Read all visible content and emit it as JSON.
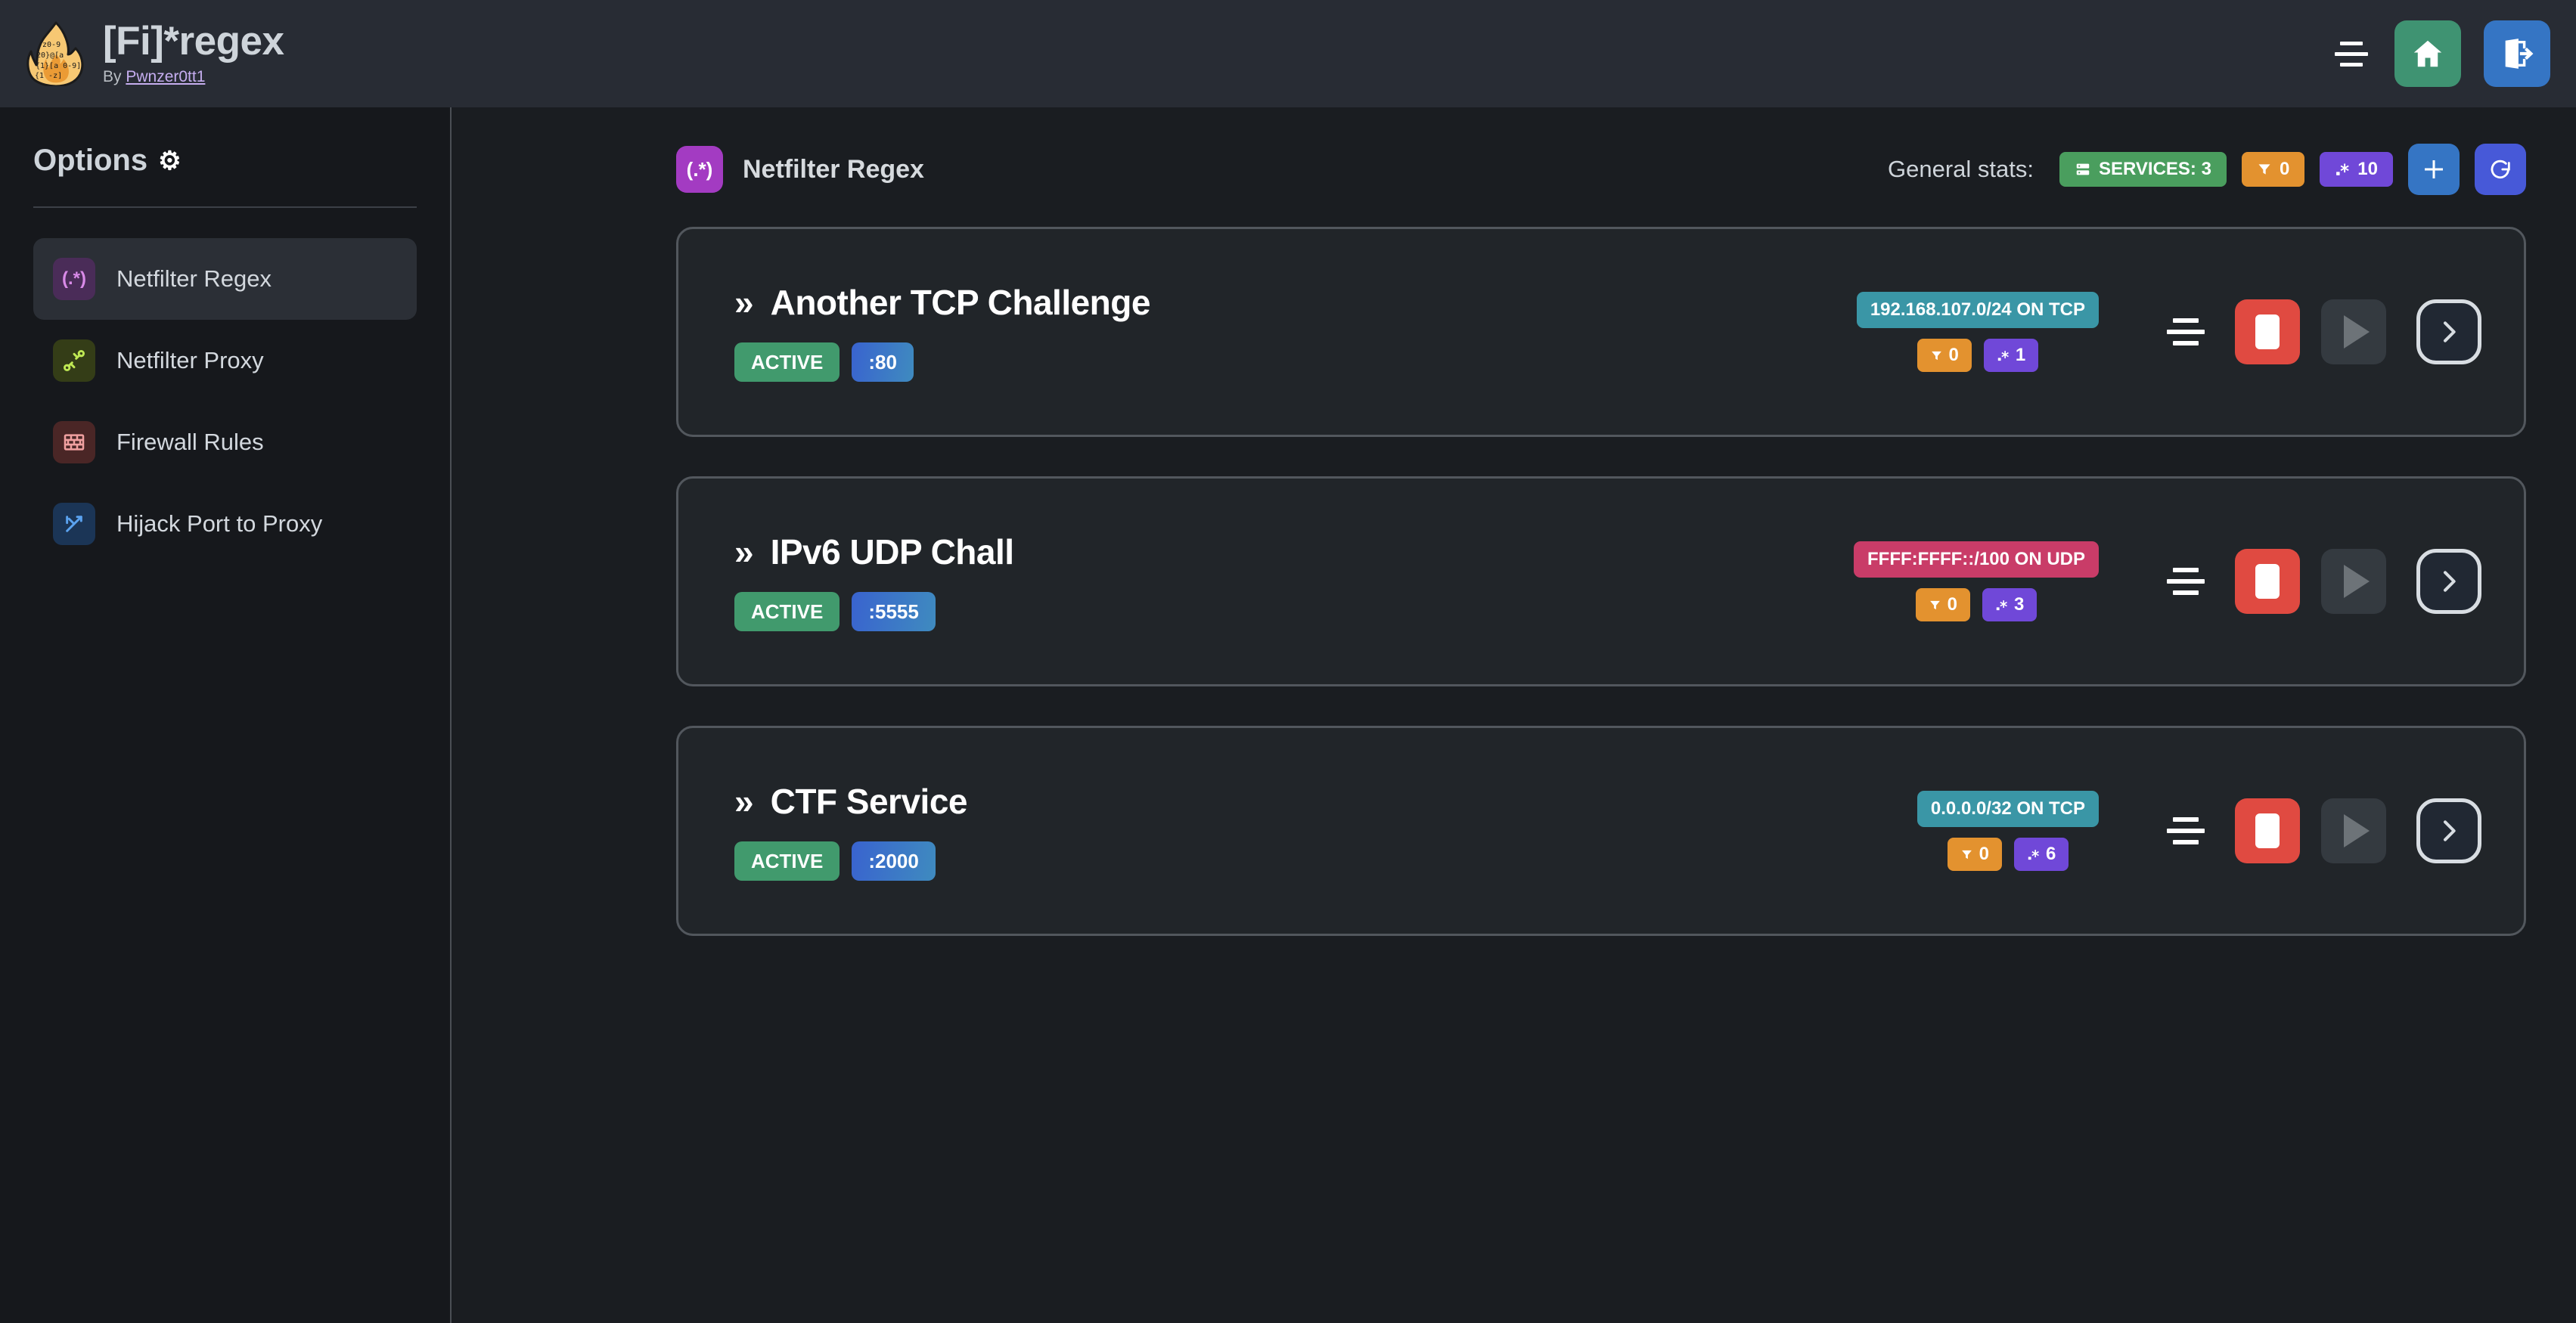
{
  "header": {
    "logo_icon": "flame-regex-logo",
    "title": "[Fi]*regex",
    "by_prefix": "By ",
    "author": "Pwnzer0tt1",
    "menu_icon": "hamburger-icon",
    "home_icon": "home-icon",
    "logout_icon": "logout-icon"
  },
  "sidebar": {
    "title": "Options",
    "gear_icon": "gear-icon",
    "items": [
      {
        "label": "Netfilter Regex",
        "icon": "regex-icon",
        "glyph": "(.*)",
        "active": true
      },
      {
        "label": "Netfilter Proxy",
        "icon": "plug-icon",
        "glyph": "℘",
        "active": false
      },
      {
        "label": "Firewall Rules",
        "icon": "brick-wall-icon",
        "glyph": "▤",
        "active": false
      },
      {
        "label": "Hijack Port to Proxy",
        "icon": "route-icon",
        "glyph": "⑂",
        "active": false
      }
    ]
  },
  "main": {
    "page_icon": "regex-icon",
    "page_icon_glyph": "(.*)",
    "page_title": "Netfilter Regex",
    "stats_label": "General stats:",
    "stats": [
      {
        "name": "services",
        "icon": "server-icon",
        "label": "SERVICES: 3",
        "color": "#4a9e5e"
      },
      {
        "name": "filters",
        "icon": "filter-icon",
        "label": "0",
        "color": "#e3922f"
      },
      {
        "name": "regexes",
        "icon": "regex-icon",
        "label": "10",
        "color": "#7048d8"
      }
    ],
    "add_button_icon": "plus-icon",
    "refresh_button_icon": "refresh-icon"
  },
  "services": [
    {
      "chevron": "»",
      "title": "Another TCP Challenge",
      "status": "ACTIVE",
      "port": ":80",
      "network": "192.168.107.0/24 ON TCP",
      "network_proto": "tcp",
      "filter_count": "0",
      "regex_count": "1",
      "sort_icon": "sort-icon",
      "stop_icon": "stop-icon",
      "play_icon": "play-icon",
      "open_icon": "chevron-right-icon"
    },
    {
      "chevron": "»",
      "title": "IPv6 UDP Chall",
      "status": "ACTIVE",
      "port": ":5555",
      "network": "FFFF:FFFF::/100 ON UDP",
      "network_proto": "udp",
      "filter_count": "0",
      "regex_count": "3",
      "sort_icon": "sort-icon",
      "stop_icon": "stop-icon",
      "play_icon": "play-icon",
      "open_icon": "chevron-right-icon"
    },
    {
      "chevron": "»",
      "title": "CTF Service",
      "status": "ACTIVE",
      "port": ":2000",
      "network": "0.0.0.0/32 ON TCP",
      "network_proto": "tcp",
      "filter_count": "0",
      "regex_count": "6",
      "sort_icon": "sort-icon",
      "stop_icon": "stop-icon",
      "play_icon": "play-icon",
      "open_icon": "chevron-right-icon"
    }
  ],
  "colors": {
    "accent_purple": "#a33bc2",
    "active_green": "#419a6d",
    "stop_red": "#e04a41",
    "tcp_teal": "#3a96a6",
    "udp_pink": "#c93c68",
    "filter_orange": "#e3922f",
    "regex_violet": "#7048d8"
  }
}
